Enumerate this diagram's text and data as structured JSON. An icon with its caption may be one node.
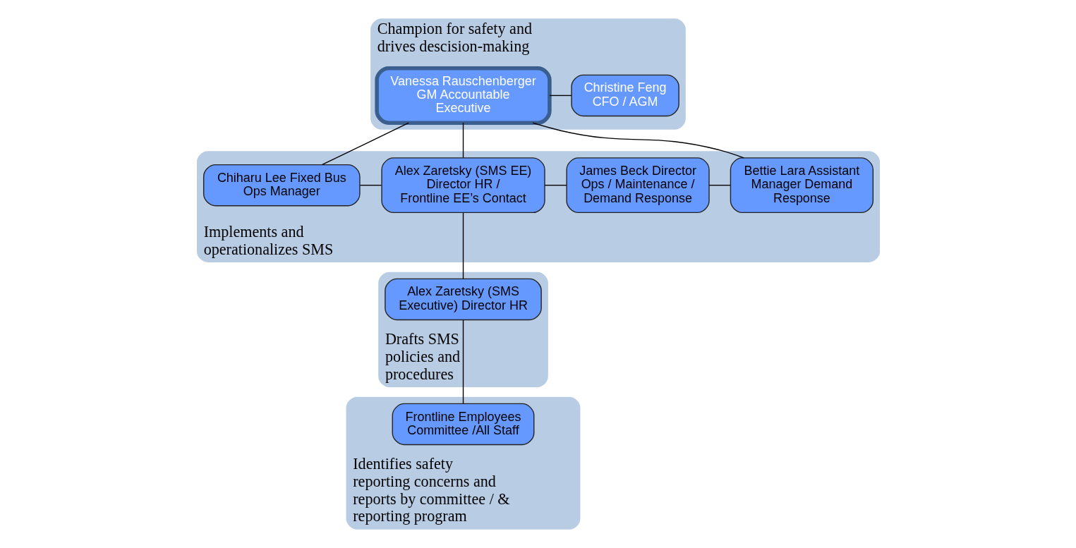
{
  "diagram": {
    "nodes": [
      {
        "text": [
          "Champion for safety and drives descision-making"
        ]
      },
      {
        "text": [
          "Vanessa Rauschenberger GM Accountable Executive"
        ],
        "in": 0
      },
      {
        "text": [
          "Christine Feng",
          "CFO / AGM"
        ],
        "in": 0
      },
      {
        "text": [
          "Implements and operationalizes SMS"
        ]
      },
      {
        "text": [
          "Chiharu Lee Fixed Bus Ops Manager"
        ],
        "in": 3
      },
      {
        "text": [
          "Alex Zaretsky (SMS EE) Director HR / Frontline EE’s Contact"
        ],
        "in": 3
      },
      {
        "text": [
          "James Beck Director Ops / Maintenance / Demand Response"
        ],
        "in": 3
      },
      {
        "text": [
          "Bettie Lara Assistant Manager Demand Response"
        ],
        "in": 3
      },
      {
        "text": [
          "Drafts SMS policies and procedures"
        ]
      },
      {
        "text": [
          "Alex Zaretsky (SMS Executive) Director HR"
        ],
        "in": 8
      },
      {
        "text": [
          "Identifies safety reporting concerns and reports by committee / & reporting program"
        ]
      },
      {
        "text": [
          "Frontline Employees Committee /All Staff"
        ],
        "in": 10
      }
    ],
    "edges": [
      {
        "from": 1,
        "to": 2,
        "arrow": "none"
      },
      {
        "from": 1,
        "to": 4,
        "arrow": "none"
      },
      {
        "from": 1,
        "to": 5,
        "arrow": "none"
      },
      {
        "from": 1,
        "to": 7,
        "arrow": "none"
      },
      {
        "from": 4,
        "to": 5,
        "arrow": "none"
      },
      {
        "from": 5,
        "to": 6,
        "arrow": "none"
      },
      {
        "from": 6,
        "to": 7,
        "arrow": "none"
      },
      {
        "from": 5,
        "to": 9,
        "arrow": "none"
      },
      {
        "from": 9,
        "to": 11,
        "arrow": "none"
      }
    ]
  }
}
